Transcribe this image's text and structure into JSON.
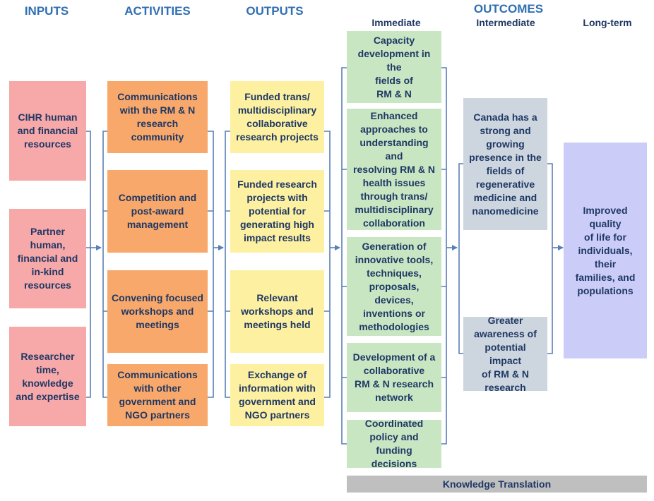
{
  "headers": {
    "inputs": "INPUTS",
    "activities": "ACTIVITIES",
    "outputs": "OUTPUTS",
    "outcomes": "OUTCOMES",
    "immediate": "Immediate",
    "intermediate": "Intermediate",
    "long_term": "Long-term"
  },
  "inputs": [
    "CIHR human\nand financial\nresources",
    "Partner\nhuman,\nfinancial and\nin-kind\nresources",
    "Researcher\ntime,\nknowledge\nand expertise"
  ],
  "activities": [
    "Communications\nwith the RM & N\nresearch\ncommunity",
    "Competition and\npost-award\nmanagement",
    "Convening focused\nworkshops and\nmeetings",
    "Communications\nwith other\ngovernment and\nNGO partners"
  ],
  "outputs": [
    "Funded trans/\nmultidisciplinary\ncollaborative\nresearch  projects",
    "Funded research\nprojects with\npotential for\ngenerating high\nimpact results",
    "Relevant\nworkshops and\nmeetings held",
    "Exchange of\ninformation with\ngovernment and\nNGO partners"
  ],
  "immediate": [
    "Capacity\ndevelopment in the\nfields of\nRM & N",
    "Enhanced\napproaches to\nunderstanding and\nresolving RM & N\nhealth issues\nthrough trans/\nmultidisciplinary\ncollaboration",
    "Generation of\ninnovative tools,\ntechniques,\nproposals,\ndevices,\ninventions or\nmethodologies",
    "Development of a\ncollaborative\nRM & N research\nnetwork",
    "Coordinated\npolicy and funding\ndecisions"
  ],
  "intermediate": [
    "Canada has a\nstrong and\ngrowing\npresence in the\nfields of\nregenerative\nmedicine and\nnanomedicine",
    "Greater\nawareness of\npotential impact\nof RM & N\nresearch"
  ],
  "long_term": [
    "Improved quality\nof life for\nindividuals, their\nfamilies, and\npopulations"
  ],
  "footer": {
    "knowledge_translation": "Knowledge Translation"
  },
  "colors": {
    "header": "#2f6fb1",
    "text": "#1f3864",
    "connector": "#5a7fb5",
    "inputs": "#f7a8a8",
    "activities": "#f8a86a",
    "outputs": "#fdf0a1",
    "immediate": "#c9e6c3",
    "intermediate": "#cdd5df",
    "long_term": "#ccccf8",
    "knowledge_translation": "#bfbfbf"
  }
}
